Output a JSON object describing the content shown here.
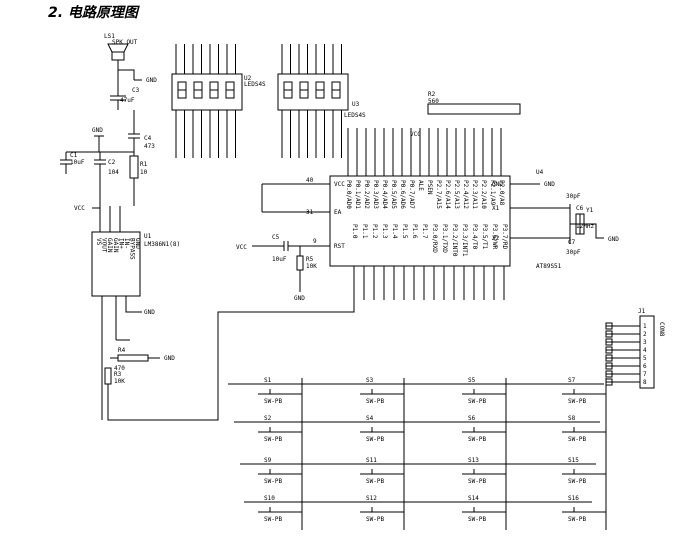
{
  "heading": "2.  电路原理图",
  "components": {
    "speaker": {
      "ref": "LS1",
      "name": "SPK OUT"
    },
    "c3": {
      "ref": "C3",
      "value": "47uF"
    },
    "c4": {
      "ref": "C4",
      "value": "473"
    },
    "c1": {
      "ref": "C1",
      "value": "10uF"
    },
    "c2": {
      "ref": "C2",
      "value": "104"
    },
    "r1": {
      "ref": "R1",
      "value": "10"
    },
    "u1": {
      "ref": "U1",
      "name": "LM386N1(8)",
      "pins": [
        "VS",
        "VOUT",
        "GAIN",
        "GAIN",
        "IN+",
        "IN-",
        "BYPASS",
        "GND"
      ]
    },
    "r4": {
      "ref": "R4",
      "value": "470"
    },
    "r5": {
      "ref": "R5",
      "value": "10K"
    },
    "r3": {
      "ref": "R3",
      "value": "10K"
    },
    "c5": {
      "ref": "C5",
      "value": "10uF"
    },
    "u2": {
      "ref": "U2",
      "name": "LEDS4S"
    },
    "u3": {
      "ref": "U3",
      "name": "LEDS4S"
    },
    "rp": {
      "ref": "R2",
      "value": "560"
    },
    "u4": {
      "ref": "U4",
      "name": "AT89S51",
      "left_pins": [
        "VCC",
        "EA",
        "RST"
      ],
      "top_pins": [
        "P0.0/AD0",
        "P0.1/AD1",
        "P0.2/AD2",
        "P0.3/AD3",
        "P0.4/AD4",
        "P0.5/AD5",
        "P0.6/AD6",
        "P0.7/AD7",
        "ALE",
        "PSEN",
        "P2.7/A15",
        "P2.6/A14",
        "P2.5/A13",
        "P2.4/A12",
        "P2.3/A11",
        "P2.2/A10",
        "P2.1/A9",
        "P2.0/A8"
      ],
      "bottom_pins": [
        "P1.0",
        "P1.1",
        "P1.2",
        "P1.3",
        "P1.4",
        "P1.5",
        "P1.6",
        "P1.7",
        "P3.0/RXD",
        "P3.1/TXD",
        "P3.2/INT0",
        "P3.3/INT1",
        "P3.4/T0",
        "P3.5/T1",
        "P3.6/WR",
        "P3.7/RD"
      ],
      "right_pins": [
        "GND",
        "X1",
        "X2"
      ]
    },
    "c6": {
      "ref": "C6",
      "value": "30pF"
    },
    "c7": {
      "ref": "C7",
      "value": "30pF"
    },
    "crystal": {
      "ref": "Y1",
      "value": "12MHz"
    },
    "j1": {
      "ref": "J1",
      "pins": [
        "1",
        "2",
        "3",
        "4",
        "5",
        "6",
        "7",
        "8"
      ],
      "labels": [
        "CON8"
      ]
    }
  },
  "net_labels": {
    "gnd": "GND",
    "vcc": "VCC"
  },
  "switches": [
    {
      "ref": "S1",
      "name": "SW-PB"
    },
    {
      "ref": "S3",
      "name": "SW-PB"
    },
    {
      "ref": "S5",
      "name": "SW-PB"
    },
    {
      "ref": "S7",
      "name": "SW-PB"
    },
    {
      "ref": "S2",
      "name": "SW-PB"
    },
    {
      "ref": "S4",
      "name": "SW-PB"
    },
    {
      "ref": "S6",
      "name": "SW-PB"
    },
    {
      "ref": "S8",
      "name": "SW-PB"
    },
    {
      "ref": "S9",
      "name": "SW-PB"
    },
    {
      "ref": "S11",
      "name": "SW-PB"
    },
    {
      "ref": "S13",
      "name": "SW-PB"
    },
    {
      "ref": "S15",
      "name": "SW-PB"
    },
    {
      "ref": "S10",
      "name": "SW-PB"
    },
    {
      "ref": "S12",
      "name": "SW-PB"
    },
    {
      "ref": "S14",
      "name": "SW-PB"
    },
    {
      "ref": "S16",
      "name": "SW-PB"
    }
  ]
}
